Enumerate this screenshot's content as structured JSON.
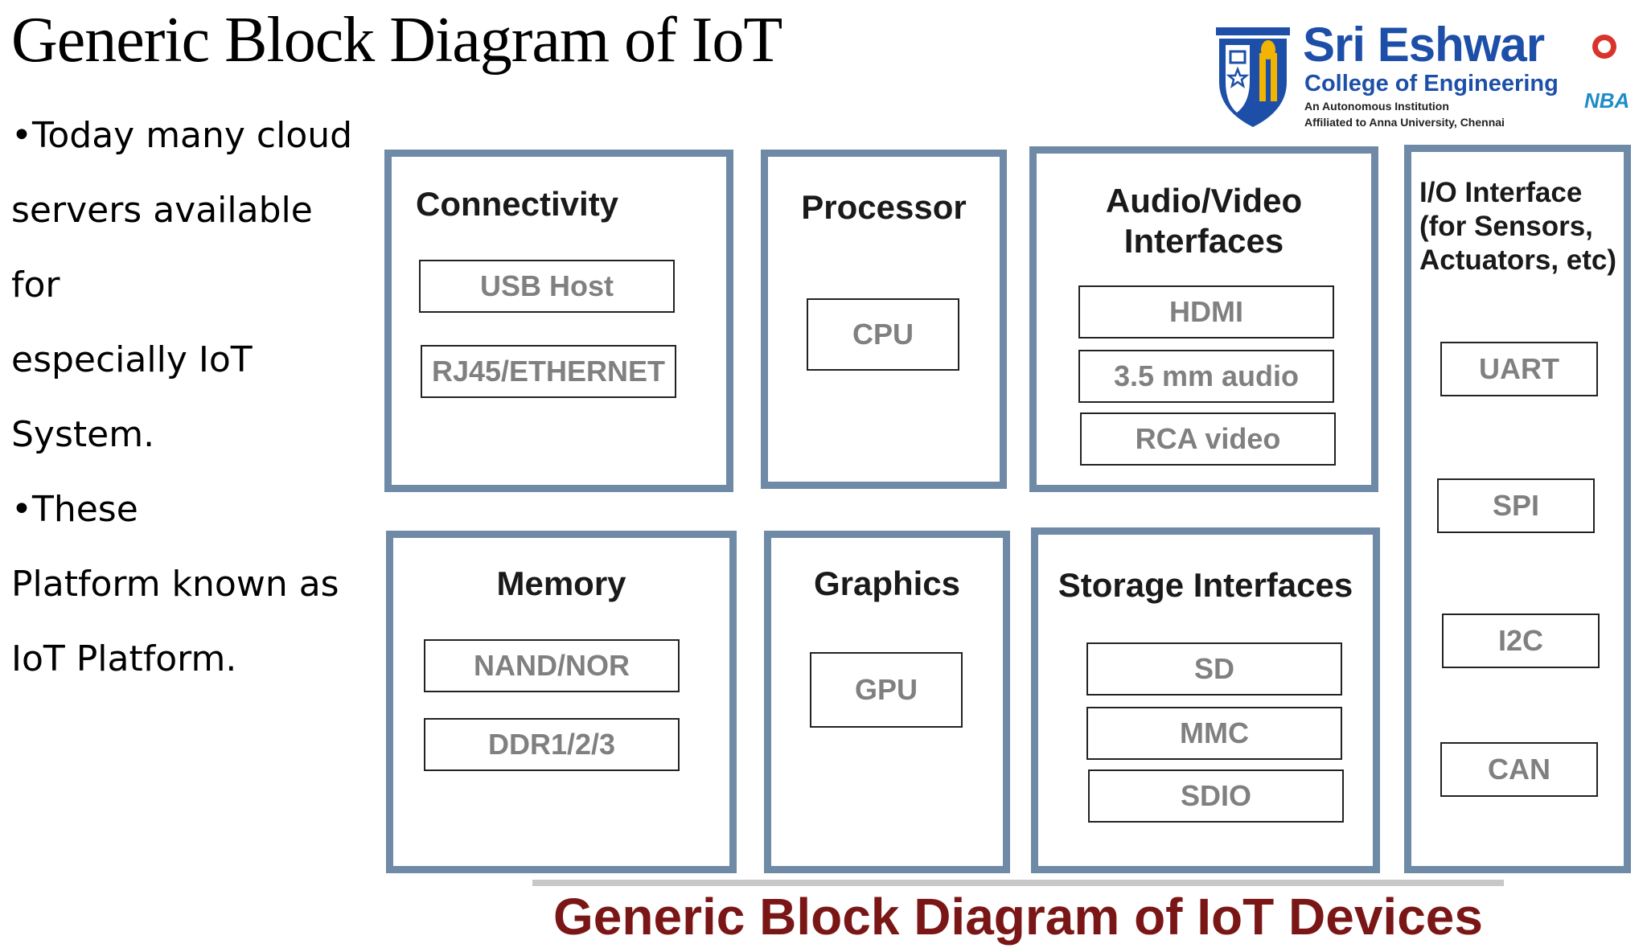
{
  "slide": {
    "title": "Generic Block Diagram of IoT",
    "bullets": [
      "•Today many cloud",
      "servers available for",
      "especially IoT",
      "System.",
      "•These",
      "Platform  known as",
      "IoT Platform."
    ]
  },
  "logo": {
    "name": "Sri Eshwar",
    "subtitle": "College of Engineering",
    "line1": "An Autonomous Institution",
    "line2": "Affiliated to Anna University, Chennai",
    "badge": "NBA"
  },
  "diagram": {
    "connectivity": {
      "title": "Connectivity",
      "items": [
        "USB Host",
        "RJ45/ETHERNET"
      ]
    },
    "processor": {
      "title": "Processor",
      "items": [
        "CPU"
      ]
    },
    "audio_video": {
      "title_line1": "Audio/Video",
      "title_line2": "Interfaces",
      "items": [
        "HDMI",
        "3.5 mm audio",
        "RCA video"
      ]
    },
    "io": {
      "title_line1": "I/O Interface",
      "title_line2": "(for Sensors,",
      "title_line3": "Actuators, etc)",
      "items": [
        "UART",
        "SPI",
        "I2C",
        "CAN"
      ]
    },
    "memory": {
      "title": "Memory",
      "items": [
        "NAND/NOR",
        "DDR1/2/3"
      ]
    },
    "graphics": {
      "title": "Graphics",
      "items": [
        "GPU"
      ]
    },
    "storage": {
      "title": "Storage Interfaces",
      "items": [
        "SD",
        "MMC",
        "SDIO"
      ]
    },
    "caption": "Generic Block Diagram of IoT Devices"
  },
  "colors": {
    "block_border": "#6e8aa6",
    "logo_blue": "#1d4fa8",
    "caption": "#7a1616",
    "item_text": "#808080"
  }
}
